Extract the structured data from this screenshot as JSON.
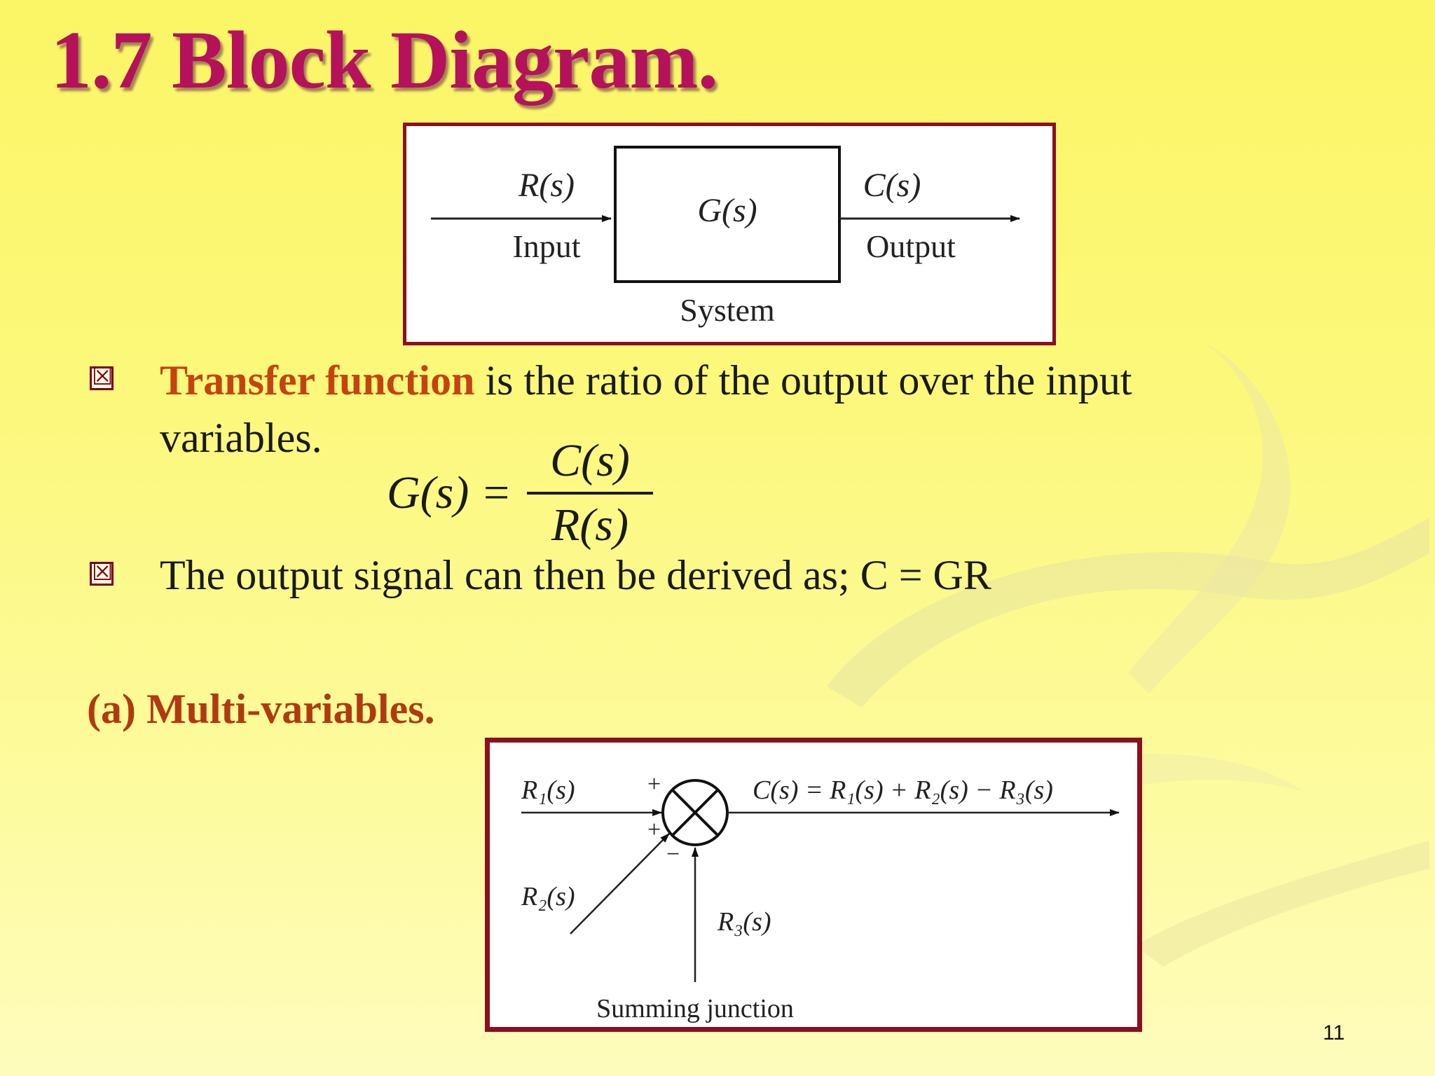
{
  "title": "1.7 Block Diagram.",
  "fig1": {
    "input_signal": "R(s)",
    "input_label": "Input",
    "block": "G(s)",
    "output_signal": "C(s)",
    "output_label": "Output",
    "caption": "System"
  },
  "bullets": [
    {
      "highlight": "Transfer function",
      "text": " is the ratio of the output over the input variables.",
      "marker": "☒"
    },
    {
      "text": "The output signal can then be derived as; C = GR",
      "marker": "☒"
    }
  ],
  "equation": {
    "lhs": "G(s) =",
    "numerator": "C(s)",
    "denominator": "R(s)"
  },
  "section": "(a) Multi-variables.",
  "fig2": {
    "r1": "R₁(s)",
    "r2": "R₂(s)",
    "r3": "R₃(s)",
    "output": "C(s) = R₁(s) + R₂(s) − R₃(s)",
    "plus1": "+",
    "plus2": "+",
    "minus": "−",
    "caption": "Summing junction"
  },
  "page_number": "11"
}
